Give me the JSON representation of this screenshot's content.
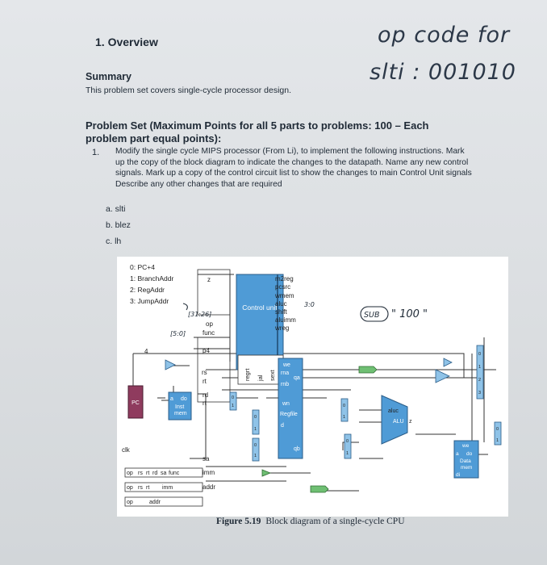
{
  "section": {
    "heading": "1. Overview"
  },
  "handwritten": {
    "line1": "op code for",
    "line2": "slti : 001010",
    "sub_note": "SUB",
    "quote_note": "\" 100 \"",
    "bits_note": "[31:26]",
    "low_bits_note": "[5:0]",
    "aluc_note": "3:0"
  },
  "summary": {
    "title": "Summary",
    "body": "This problem set covers single-cycle processor design."
  },
  "problem_set": {
    "title": "Problem Set (Maximum Points  for all 5 parts to problems: 100 – Each problem part equal points):",
    "q1_number": "1.",
    "q1_text": "Modify the single cycle MIPS processor (From Li), to implement the following instructions. Mark up the copy of the block diagram to indicate the changes to the datapath. Name any new control signals. Mark up a copy of the control circuit list to show the changes to main Control Unit signals Describe any other changes that are required",
    "items": [
      "a. slti",
      "b. blez",
      "c. lh"
    ]
  },
  "diagram": {
    "pc_labels": [
      "0: PC+4",
      "1: BranchAddr",
      "2: RegAddr",
      "3: JumpAddr"
    ],
    "control_unit": "Control unit",
    "op": "op",
    "func": "func",
    "p4": "p4",
    "z": "z",
    "four": "4",
    "control_signals": [
      "m2reg",
      "pcsrc",
      "wmem",
      "aluc",
      "shift",
      "aluimm",
      "wreg"
    ],
    "vertical_signals": [
      "regrt",
      "jal",
      "sext"
    ],
    "rs": "rs",
    "rt": "rt",
    "rd": "rd",
    "rt2": "rt",
    "pc_box": "PC",
    "inst_mem": [
      "a",
      "do",
      "Inst",
      "mem"
    ],
    "regfile_ports": [
      "we",
      "rna",
      "qa",
      "rnb",
      "qb",
      "wn",
      "Regfile",
      "d"
    ],
    "alu": "ALU",
    "aluc_port": "aluc",
    "z_port": "z",
    "data_mem": [
      "we",
      "a",
      "do",
      "Data",
      "mem",
      "di"
    ],
    "clk": "clk",
    "sa": "sa",
    "imm": "imm",
    "addr": "addr",
    "format_r": [
      "op",
      "rs",
      "rt",
      "rd",
      "sa",
      "func"
    ],
    "format_i": [
      "op",
      "rs",
      "rt",
      "imm"
    ],
    "format_j": [
      "op",
      "addr"
    ],
    "mux_labels": [
      "0",
      "1",
      "0",
      "1",
      "0",
      "1",
      "0",
      "1",
      "0",
      "1",
      "0",
      "1",
      "0",
      "1",
      "2",
      "3"
    ]
  },
  "figure": {
    "number": "Figure 5.19",
    "title": "Block diagram of a single-cycle CPU"
  }
}
